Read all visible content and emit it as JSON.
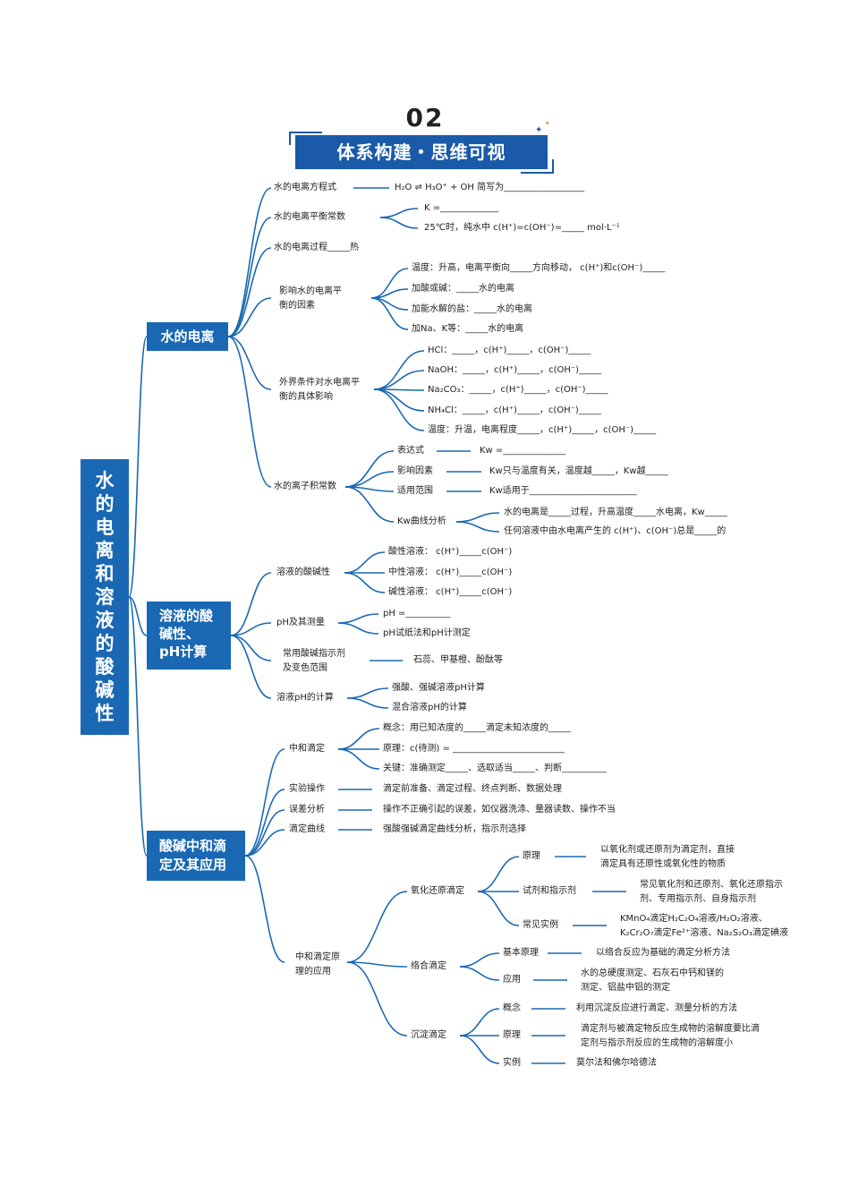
{
  "header": {
    "number": "02",
    "title": "体系构建・思维可视"
  },
  "root": "水的电离和溶液的酸碱性",
  "branches": {
    "b1": "水的电离",
    "b2": "溶液的酸\n碱性、\npH计算",
    "b3": "酸碱中和滴\n定及其应用"
  },
  "nodes": {
    "ion_eq": "水的电离方程式",
    "ion_eq_v": "H₂O ⇌ H₃O⁺ + OH 简写为__________________",
    "k_const": "水的电离平衡常数",
    "k_v1": "K =_____________",
    "k_v2": "25℃时，纯水中 c(H⁺)=c(OH⁻)=_____ mol·L⁻¹",
    "process": "水的电离过程_____热",
    "factors_1": "影响水的电离平",
    "factors_2": "衡的因素",
    "f1": "温度：升高，电离平衡向_____方向移动，  c(H⁺)和c(OH⁻)_____",
    "f2": "加酸或碱：_____水的电离",
    "f3": "加能水解的盐：_____水的电离",
    "f4": "加Na、K等：_____水的电离",
    "ext_1": "外界条件对水电离平",
    "ext_2": "衡的具体影响",
    "e1": "HCl：_____，c(H⁺)_____，c(OH⁻)_____",
    "e2": "NaOH：_____，c(H⁺)_____，c(OH⁻)_____",
    "e3": "Na₂CO₃：_____，c(H⁺)_____，c(OH⁻)_____",
    "e4": "NH₄Cl：_____，c(H⁺)_____，c(OH⁻)_____",
    "e5": "温度：升温，电离程度_____，c(H⁺)_____，c(OH⁻)_____",
    "kw": "水的离子积常数",
    "kw_expr": "表达式",
    "kw_expr_v": "Kw =______________",
    "kw_fac": "影响因素",
    "kw_fac_v": "Kw只与温度有关，温度越_____，Kw越_____",
    "kw_range": "适用范围",
    "kw_range_v": "Kw适用于________________________",
    "kw_curve": "Kw曲线分析",
    "kw_c1": "水的电离是_____过程，升高温度_____水电离，Kw_____",
    "kw_c2": "任何溶液中由水电离产生的 c(H⁺)、c(OH⁻)总是_____的",
    "acid_base": "溶液的酸碱性",
    "ab1": "酸性溶液：  c(H⁺)_____c(OH⁻)",
    "ab2": "中性溶液：  c(H⁺)_____c(OH⁻)",
    "ab3": "碱性溶液：  c(H⁺)_____c(OH⁻)",
    "ph": "pH及其测量",
    "ph1": "pH =__________",
    "ph2": "pH试纸法和pH计测定",
    "ind_1": "常用酸碱指示剂",
    "ind_2": "及变色范围",
    "ind_v": "石蕊、甲基橙、酚酞等",
    "phcalc": "溶液pH的计算",
    "pc1": "强酸、强碱溶液pH计算",
    "pc2": "混合溶液pH的计算",
    "neut": "中和滴定",
    "n1": "概念：用已知浓度的_____滴定未知浓度的_____",
    "n2": "原理：c(待测) = _________________________",
    "n3": "关键：准确测定_____、选取适当_____、判断__________",
    "exp": "实验操作",
    "exp_v": "滴定前准备、滴定过程、终点判断、数据处理",
    "err": "误差分析",
    "err_v": "操作不正确引起的误差，如仪器洗涤、量器读数、操作不当",
    "curve": "滴定曲线",
    "curve_v": "强酸强碱滴定曲线分析，指示剂选择",
    "app_1": "中和滴定原",
    "app_2": "理的应用",
    "redox": "氧化还原滴定",
    "rd_p": "原理",
    "rd_p_v1": "以氧化剂或还原剂为滴定剂，直接",
    "rd_p_v2": "滴定具有还原性或氧化性的物质",
    "rd_r": "试剂和指示剂",
    "rd_r_v1": "常见氧化剂和还原剂、氧化还原指示",
    "rd_r_v2": "剂、专用指示剂、自身指示剂",
    "rd_e": "常见实例",
    "rd_e_v1": "KMnO₄滴定H₂C₂O₄溶液/H₂O₂溶液、",
    "rd_e_v2": "K₂Cr₂O₇滴定Fe²⁺溶液、Na₂S₂O₃滴定碘液",
    "complex": "络合滴定",
    "cx_p": "基本原理",
    "cx_p_v": "以络合反应为基础的滴定分析方法",
    "cx_a": "应用",
    "cx_a_v1": "水的总硬度测定、石灰石中钙和镁的",
    "cx_a_v2": "测定、铝盐中铝的测定",
    "precip": "沉淀滴定",
    "pr_c": "概念",
    "pr_c_v": "利用沉淀反应进行滴定、测量分析的方法",
    "pr_p": "原理",
    "pr_p_v1": "滴定剂与被滴定物反应生成物的溶解度要比滴",
    "pr_p_v2": "定剂与指示剂反应的生成物的溶解度小",
    "pr_e": "实例",
    "pr_e_v": "莫尔法和佛尔哈德法"
  },
  "colors": {
    "banner": "#1a5aa8",
    "box": "#1a68b3",
    "line": "#1a68b3"
  }
}
